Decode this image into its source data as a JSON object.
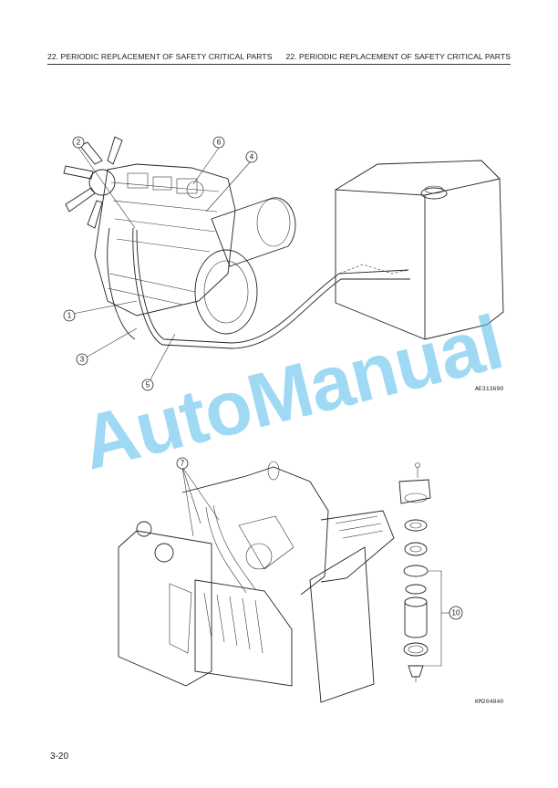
{
  "header": {
    "left_title": "22. PERIODIC REPLACEMENT OF SAFETY CRITICAL PARTS",
    "right_title": "22. PERIODIC REPLACEMENT OF SAFETY CRITICAL PARTS"
  },
  "figure_top": {
    "code": "AE313690",
    "callouts": [
      "1",
      "2",
      "3",
      "4",
      "5",
      "6"
    ]
  },
  "figure_bottom": {
    "code": "KM204840",
    "callouts": [
      "7",
      "10"
    ]
  },
  "watermark": "AutoManual",
  "footer": {
    "page_number": "3-20"
  }
}
